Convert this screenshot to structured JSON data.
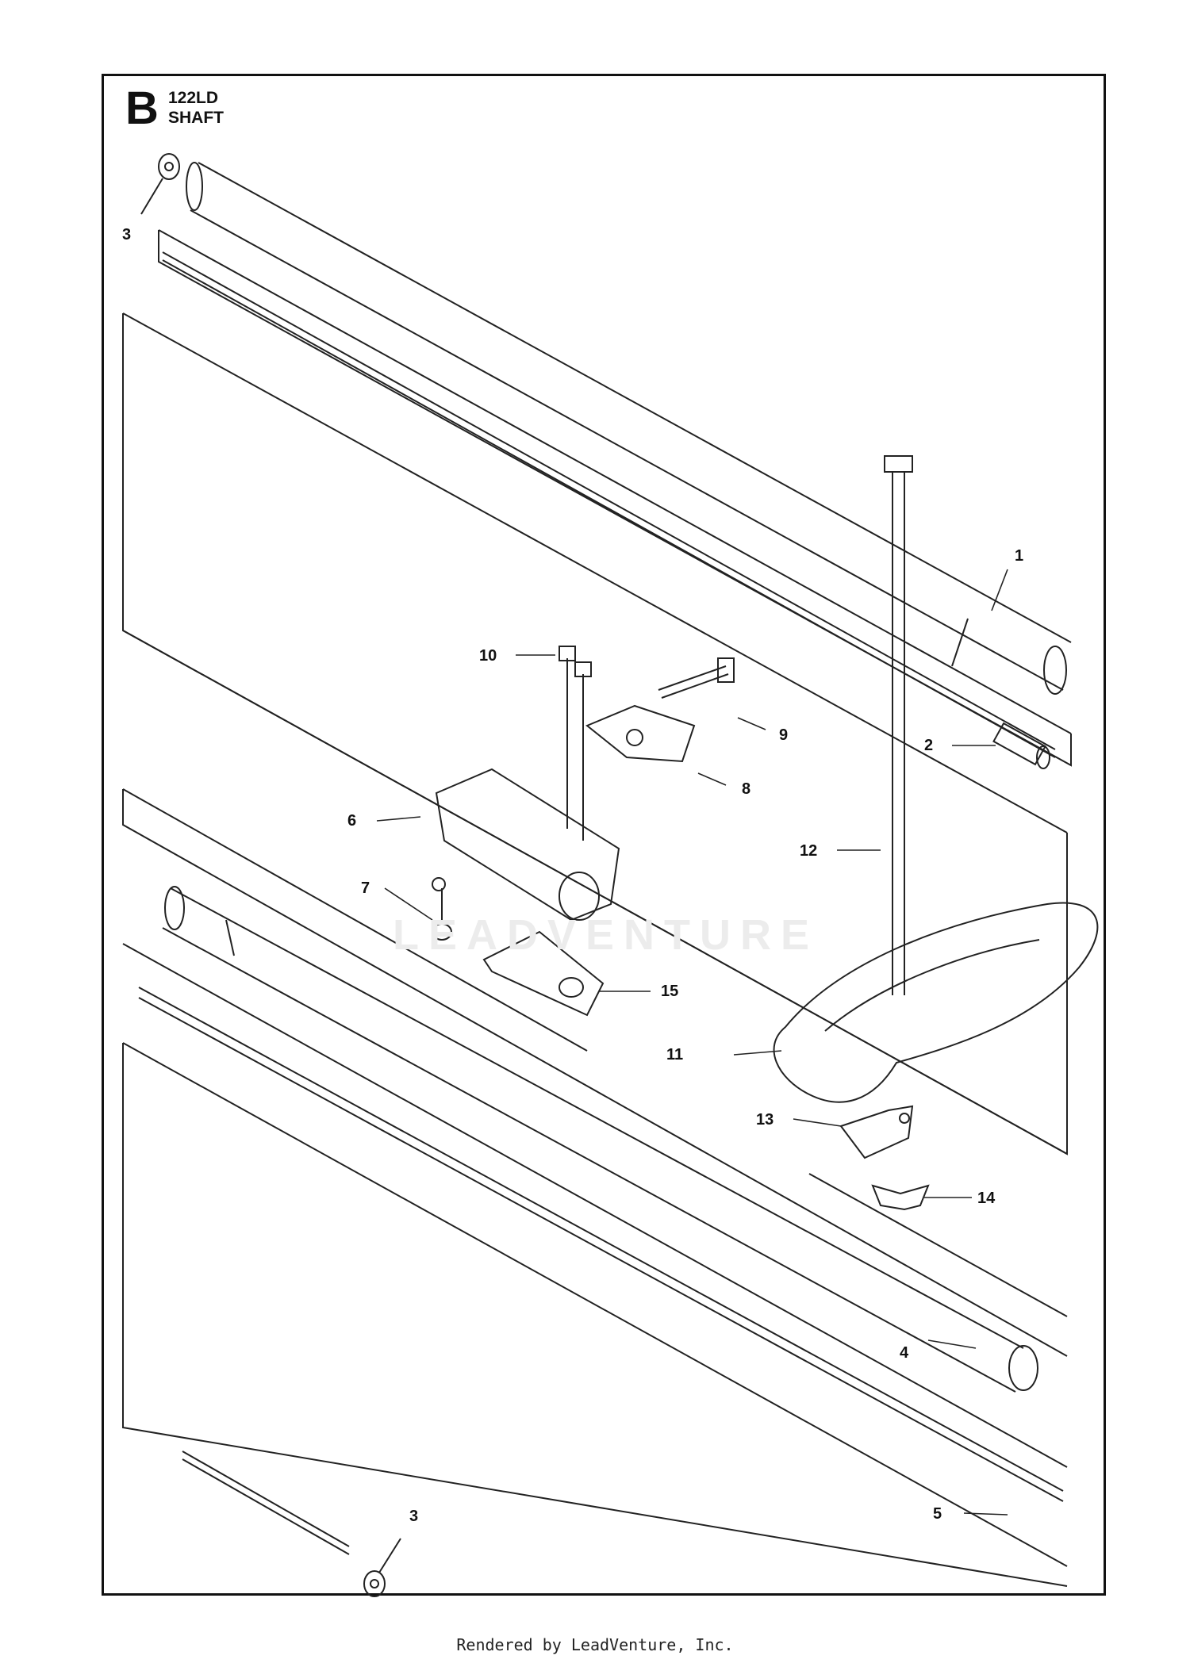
{
  "header": {
    "section_letter": "B",
    "model": "122LD",
    "subtitle": "SHAFT"
  },
  "callouts": [
    {
      "id": "1",
      "part": "upper-shaft-tube"
    },
    {
      "id": "2",
      "part": "drive-coupling"
    },
    {
      "id": "3",
      "part": "retaining-washer-top"
    },
    {
      "id": "3",
      "part": "retaining-washer-bottom"
    },
    {
      "id": "4",
      "part": "lower-shaft-tube"
    },
    {
      "id": "5",
      "part": "lower-drive-shaft"
    },
    {
      "id": "6",
      "part": "coupling-clamp"
    },
    {
      "id": "7",
      "part": "nut"
    },
    {
      "id": "8",
      "part": "clamp-lever"
    },
    {
      "id": "9",
      "part": "lever-bolt"
    },
    {
      "id": "10",
      "part": "clamp-screws"
    },
    {
      "id": "11",
      "part": "loop-handle"
    },
    {
      "id": "12",
      "part": "handle-bolt"
    },
    {
      "id": "13",
      "part": "handle-bracket"
    },
    {
      "id": "14",
      "part": "wing-nut"
    },
    {
      "id": "15",
      "part": "lower-clamp"
    }
  ],
  "watermark": "LEADVENTURE",
  "footer": "Rendered by LeadVenture, Inc."
}
